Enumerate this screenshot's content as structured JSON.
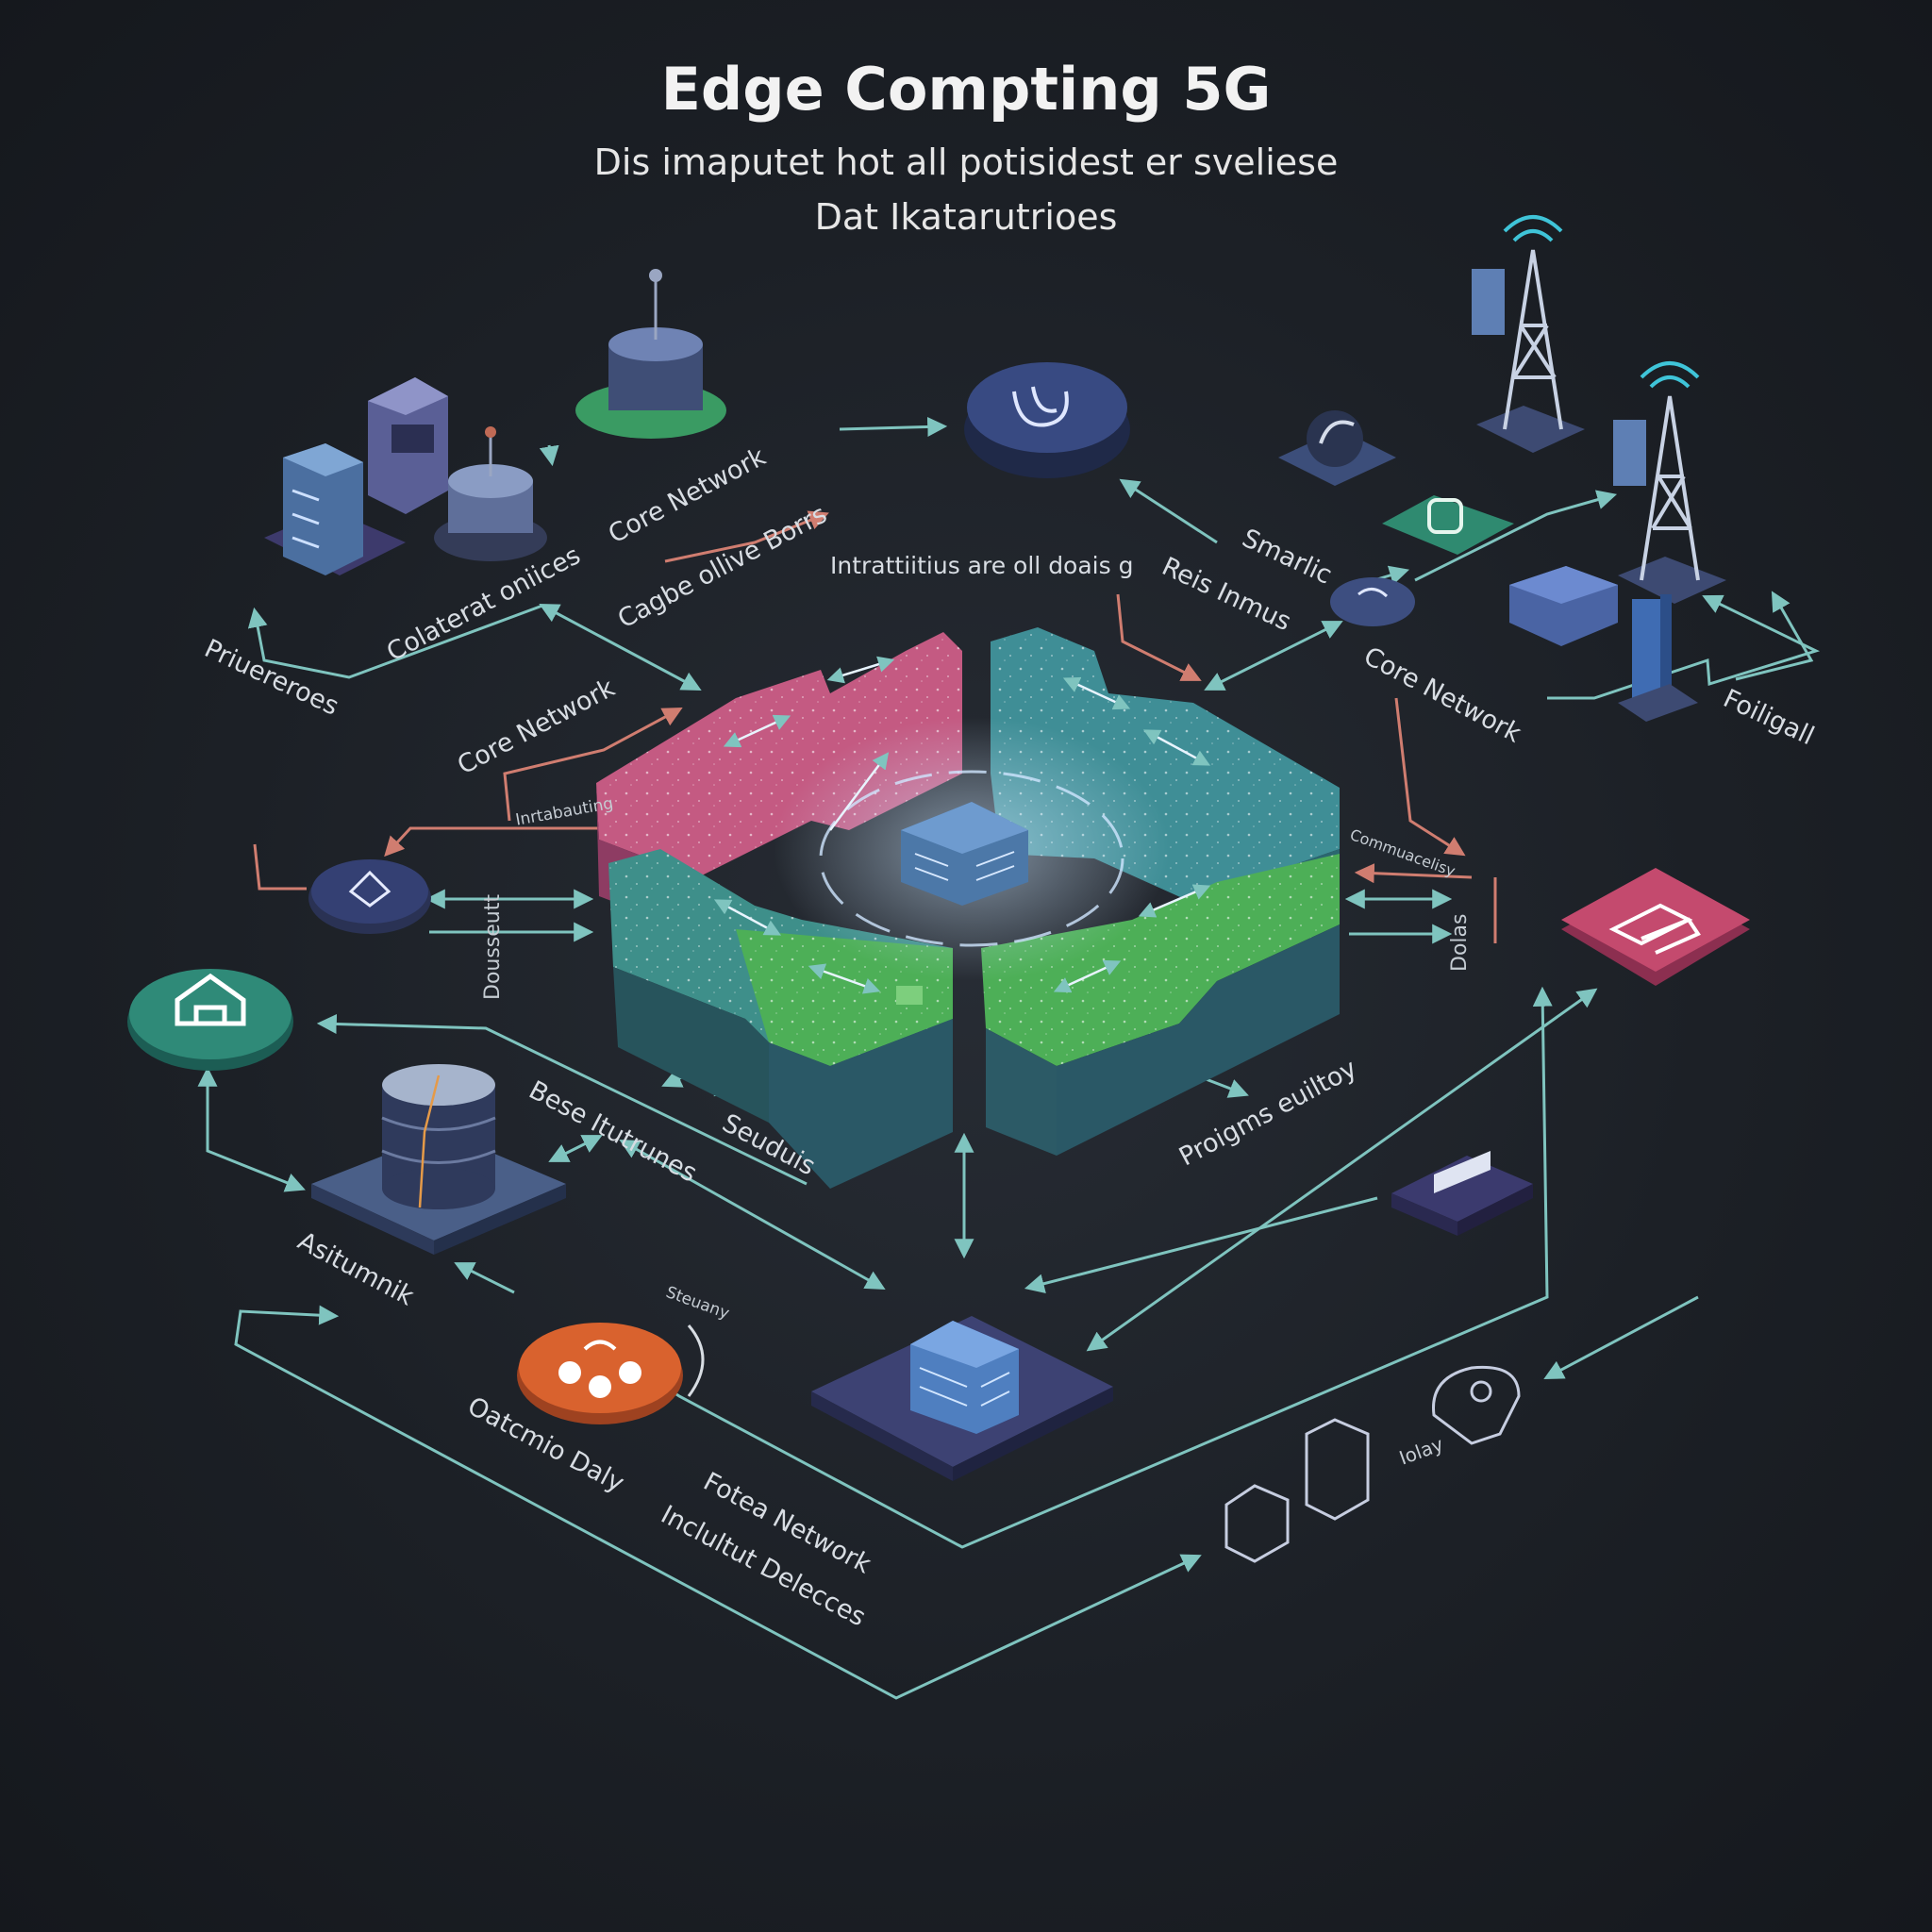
{
  "header": {
    "title": "Edge Compting 5G",
    "subtitle_line1": "Dis imaputet hot all potisidest er svelіese",
    "subtitle_line2": "Dat Ikatarutrioes"
  },
  "labels": {
    "core_network_top": "Core Network",
    "cagbe": "Cagbe ollive Borrs",
    "colaterat": "Colaterat oniices",
    "priuereroes": "Priuereroes",
    "intrattiitius": "Intrattiitius are oll doais g",
    "core_network_left": "Core Network",
    "inrtabauting": "Inrtabauting",
    "dousseutt": "Dousseutt",
    "smarlic": "Smarlic",
    "reis_inmus": "Reis Inmus",
    "core_network_right": "Core Network",
    "foiligall": "Foiligall",
    "commuacelisy": "Commuacelisy",
    "dolas": "Dolas",
    "bese": "Bese Itutrunes",
    "seuduis": "Seuduis",
    "proigms": "Proigms euiltoy",
    "asitumnik": "Asitumnik",
    "steuany": "Steuany",
    "oatcmio": "Oatcmio Daly",
    "fotea": "Fotea Network",
    "inclultut": "Inclultut Delecces",
    "iolay": "Iolay"
  },
  "colors": {
    "background": "#1c2026",
    "arrow_teal": "#7fc4bf",
    "arrow_salmon": "#d07d70",
    "pink_block": "#c45a82",
    "teal_block": "#3f8e96",
    "green_block": "#4fae52",
    "platform": "#3c4e6e",
    "house_badge": "#2f8a78",
    "orange_badge": "#d9622e",
    "pink_badge": "#c44a6e",
    "green_badge": "#2f8a70"
  },
  "icons": [
    "house-icon",
    "server-rack-icon",
    "database-cylinder-icon",
    "cell-tower-icon",
    "router-icon",
    "robot-arm-icon",
    "chip-icon",
    "antenna-icon",
    "wifi-icon",
    "cloud-icon",
    "factory-icon",
    "device-icon"
  ]
}
